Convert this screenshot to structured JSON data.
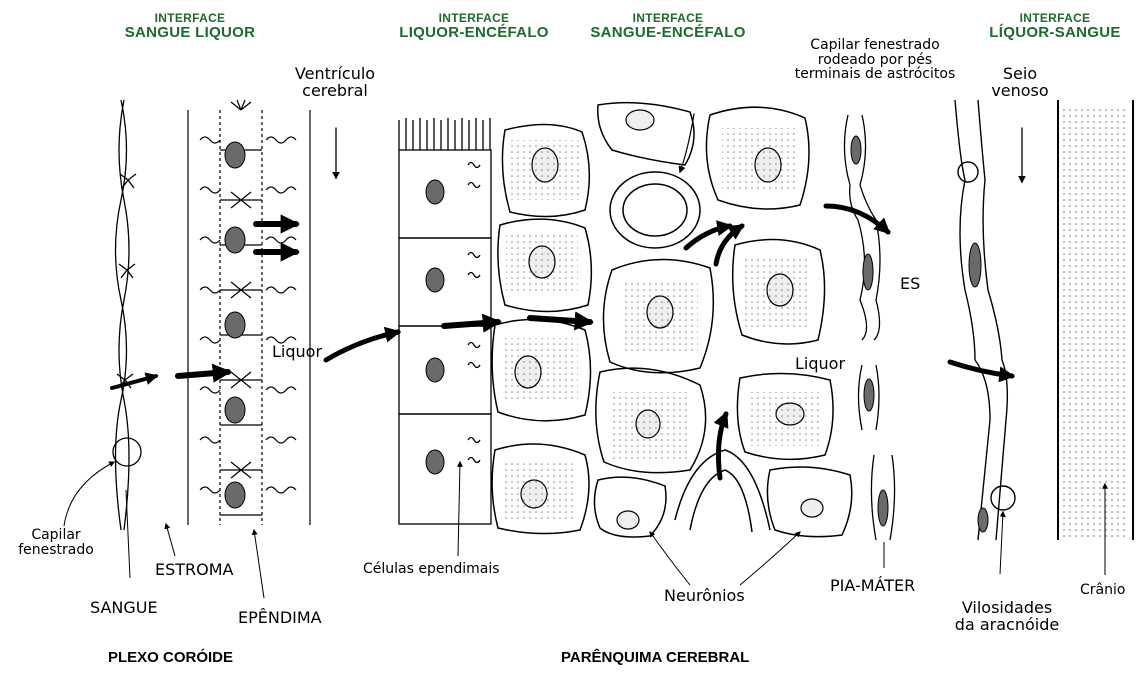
{
  "headers": [
    {
      "top": "INTERFACE",
      "bottom": "SANGUE LIQUOR"
    },
    {
      "top": "INTERFACE",
      "bottom": "LIQUOR-ENCÉFALO"
    },
    {
      "top": "INTERFACE",
      "bottom": "SANGUE-ENCÉFALO"
    },
    {
      "top": "INTERFACE",
      "bottom": "LÍQUOR-SANGUE"
    }
  ],
  "labels": {
    "capilar_fenestrado_astrocitos": [
      "Capilar fenestrado",
      "rodeado por pés",
      "terminais de astrócitos"
    ],
    "ventriculo_cerebral": [
      "Ventrículo",
      "cerebral"
    ],
    "seio_venoso": [
      "Seio",
      "venoso"
    ],
    "es": "ES",
    "liquor_left": "Liquor",
    "liquor_right": "Liquor",
    "capilar_fenestrado": [
      "Capilar",
      "fenestrado"
    ],
    "estroma": "ESTROMA",
    "sangue": "SANGUE",
    "ependima": "EPÊNDIMA",
    "celulas_ependimais": "Células ependimais",
    "neuronios": "Neurônios",
    "pia_mater": "PIA-MÁTER",
    "vilosidades": [
      "Vilosidades",
      "da aracnóide"
    ],
    "cranio": "Crânio"
  },
  "sections": {
    "plexo_coroide": "PLEXO CORÓIDE",
    "parenquima_cerebral": "PARÊNQUIMA CEREBRAL"
  }
}
